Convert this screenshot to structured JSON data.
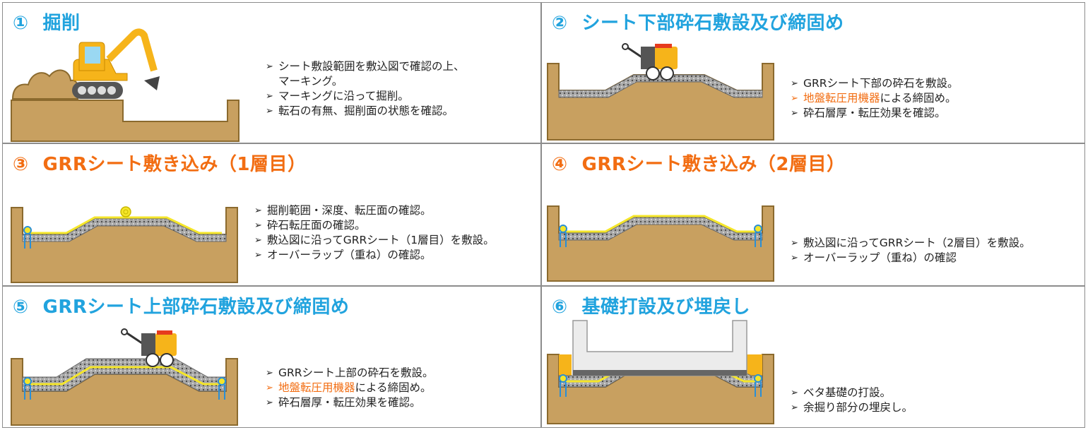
{
  "panels": [
    {
      "number": "①",
      "title": "掘削",
      "color": "#21a3de",
      "bullets": [
        {
          "text": "シート敷設範囲を敷込図で確認の上、",
          "cont": "マーキング。"
        },
        {
          "text": "マーキングに沿って掘削。"
        },
        {
          "text": "転石の有無、掘削面の状態を確認。"
        }
      ]
    },
    {
      "number": "②",
      "title": "シート下部砕石敷設及び締固め",
      "color": "#21a3de",
      "bullets": [
        {
          "text": "GRRシート下部の砕石を敷設。"
        },
        {
          "highlight": "地盤転圧用機器",
          "text": "による締固め。"
        },
        {
          "text": "砕石層厚・転圧効果を確認。"
        }
      ]
    },
    {
      "number": "③",
      "title": "GRRシート敷き込み（1層目）",
      "color": "#f26d12",
      "bullets": [
        {
          "text": "掘削範囲・深度、転圧面の確認。"
        },
        {
          "text": "砕石転圧面の確認。"
        },
        {
          "text": "敷込図に沿ってGRRシート（1層目）を敷設。"
        },
        {
          "text": "オーバーラップ（重ね）の確認。"
        }
      ]
    },
    {
      "number": "④",
      "title": "GRRシート敷き込み（2層目）",
      "color": "#f26d12",
      "bullets": [
        {
          "text": "敷込図に沿ってGRRシート（2層目）を敷設。"
        },
        {
          "text": "オーバーラップ（重ね）の確認"
        }
      ]
    },
    {
      "number": "⑤",
      "title": "GRRシート上部砕石敷設及び締固め",
      "color": "#21a3de",
      "bullets": [
        {
          "text": "GRRシート上部の砕石を敷設。"
        },
        {
          "highlight": "地盤転圧用機器",
          "text": "による締固め。"
        },
        {
          "text": "砕石層厚・転圧効果を確認。"
        }
      ]
    },
    {
      "number": "⑥",
      "title": "基礎打設及び埋戻し",
      "color": "#21a3de",
      "bullets": [
        {
          "text": "ベタ基礎の打設。"
        },
        {
          "text": "余掘り部分の埋戻し。"
        }
      ]
    }
  ],
  "colors": {
    "soil": "#c8a060",
    "soil_edge": "#8b6a2e",
    "gravel": "#a7a7a7",
    "sheet": "#f5e62a",
    "machine_body": "#f6b41a",
    "concrete": "#ececec",
    "anchor": "#2a8fd6"
  },
  "icons": [
    "excavator-icon",
    "roller-compactor-icon",
    "sheet-roll-icon",
    "anchor-pin-icon"
  ]
}
